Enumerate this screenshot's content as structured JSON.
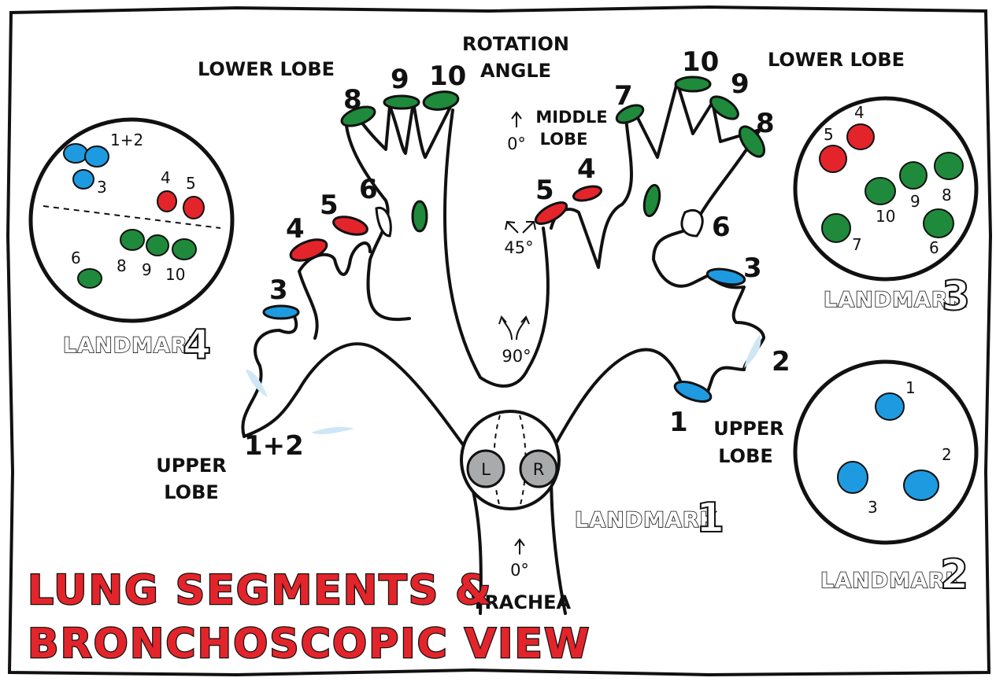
{
  "title": {
    "line1": "LUNG SEGMENTS &",
    "line2": "BRONCHOSCOPIC VIEW"
  },
  "labels": {
    "rotation_angle_1": "ROTATION",
    "rotation_angle_2": "ANGLE",
    "lower_lobe_left": "LOWER LOBE",
    "lower_lobe_right": "LOWER LOBE",
    "middle_lobe_1": "MIDDLE",
    "middle_lobe_2": "LOBE",
    "upper_lobe_left_1": "UPPER",
    "upper_lobe_left_2": "LOBE",
    "upper_lobe_right_1": "UPPER",
    "upper_lobe_right_2": "LOBE",
    "trachea": "TRACHEA"
  },
  "angles": {
    "top": "0°",
    "middle": "45°",
    "carina": "90°",
    "trachea": "0°"
  },
  "carina_view": {
    "left": "L",
    "right": "R"
  },
  "left_lung_segments": {
    "s8": "8",
    "s9": "9",
    "s10": "10",
    "s6": "6",
    "s5": "5",
    "s4": "4",
    "s3": "3",
    "s12": "1+2"
  },
  "right_lung_segments": {
    "s10": "10",
    "s9": "9",
    "s8": "8",
    "s7": "7",
    "s5": "5",
    "s4": "4",
    "s6": "6",
    "s3": "3",
    "s2": "2",
    "s1": "1"
  },
  "landmarks": {
    "l1": {
      "word": "LANDMARK",
      "digit": "1"
    },
    "l2": {
      "word": "LANDMARK",
      "digit": "2",
      "labels": [
        "1",
        "2",
        "3"
      ]
    },
    "l3": {
      "word": "LANDMARK",
      "digit": "3",
      "labels": [
        "5",
        "4",
        "10",
        "9",
        "8",
        "7",
        "6"
      ]
    },
    "l4": {
      "word": "LANDMARK",
      "digit": "4",
      "labels": [
        "1+2",
        "3",
        "4",
        "5",
        "6",
        "8",
        "9",
        "10"
      ]
    }
  },
  "colors": {
    "blue": "#1e9be0",
    "red": "#e3252b",
    "green": "#1f8a3b",
    "lightblue": "#cfe6f5",
    "outline": "#111111"
  }
}
